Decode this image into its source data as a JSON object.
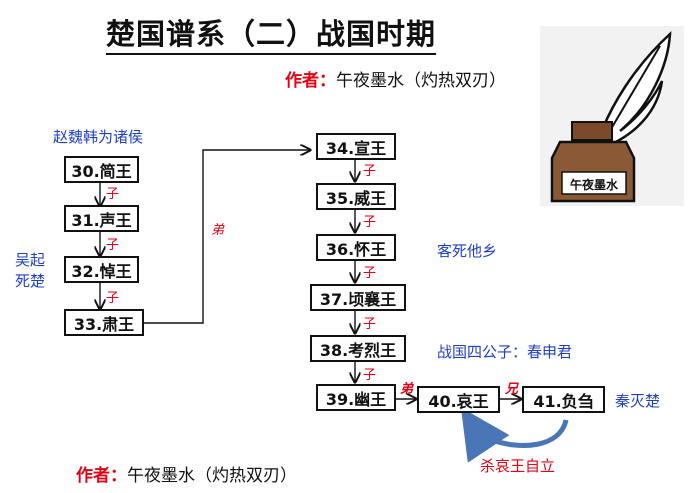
{
  "title": "楚国谱系（二）战国时期",
  "author": {
    "label": "作者：",
    "name": "午夜墨水（灼热双刃）"
  },
  "logo_text": "午夜墨水",
  "left_column": {
    "header": "赵魏韩为诸侯",
    "kings": [
      "30.简王",
      "31.声王",
      "32.悼王",
      "33.肃王"
    ],
    "relations": [
      "子",
      "子",
      "子"
    ],
    "side_note": [
      "吴起",
      "死楚"
    ]
  },
  "right_column": {
    "kings": [
      "34.宣王",
      "35.威王",
      "36.怀王",
      "37.顷襄王",
      "38.考烈王",
      "39.幽王"
    ],
    "relations": [
      "子",
      "子",
      "子",
      "子",
      "子"
    ]
  },
  "end_row": {
    "kings": [
      "40.哀王",
      "41.负刍"
    ],
    "relations": [
      "弟",
      "兄"
    ]
  },
  "connector_relation": "弟",
  "notes": {
    "huai": "客死他乡",
    "kaolie": "战国四公子：春申君",
    "fuchu": "秦灭楚",
    "kill": "杀哀王自立"
  },
  "colors": {
    "accent_red": "#e60012",
    "note_blue": "#1f3fc6",
    "curve_blue": "#4a76b8"
  }
}
